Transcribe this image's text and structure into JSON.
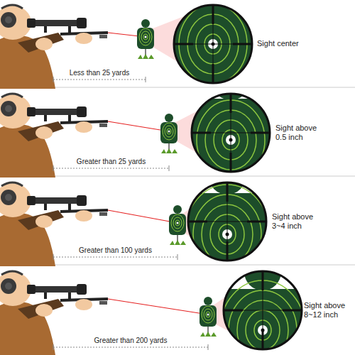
{
  "diagram": {
    "labels": [
      "Sight center",
      "Less than 25 yards",
      "Sight above 0.5 inch",
      "Greater than 25 yards",
      "Sight above 3~4 inch",
      "Greater than 100 yards",
      "Sight above 8~12 inch",
      "Greater than 200 yards"
    ]
  }
}
